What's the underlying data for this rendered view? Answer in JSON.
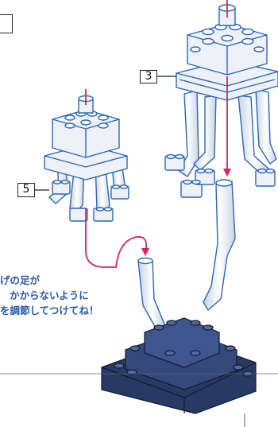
{
  "step_labels": {
    "top_left": "",
    "jellyfish_right": "3",
    "jellyfish_left": "5"
  },
  "note_lines": [
    "げの足が",
    "かからないように",
    "を調節してつけてね！"
  ],
  "colors": {
    "brick_light": "#eef2f8",
    "brick_outline": "#2b66b8",
    "base_dark": "#283a64",
    "arrow": "#d8245a",
    "note_text": "#2a5aa8"
  }
}
